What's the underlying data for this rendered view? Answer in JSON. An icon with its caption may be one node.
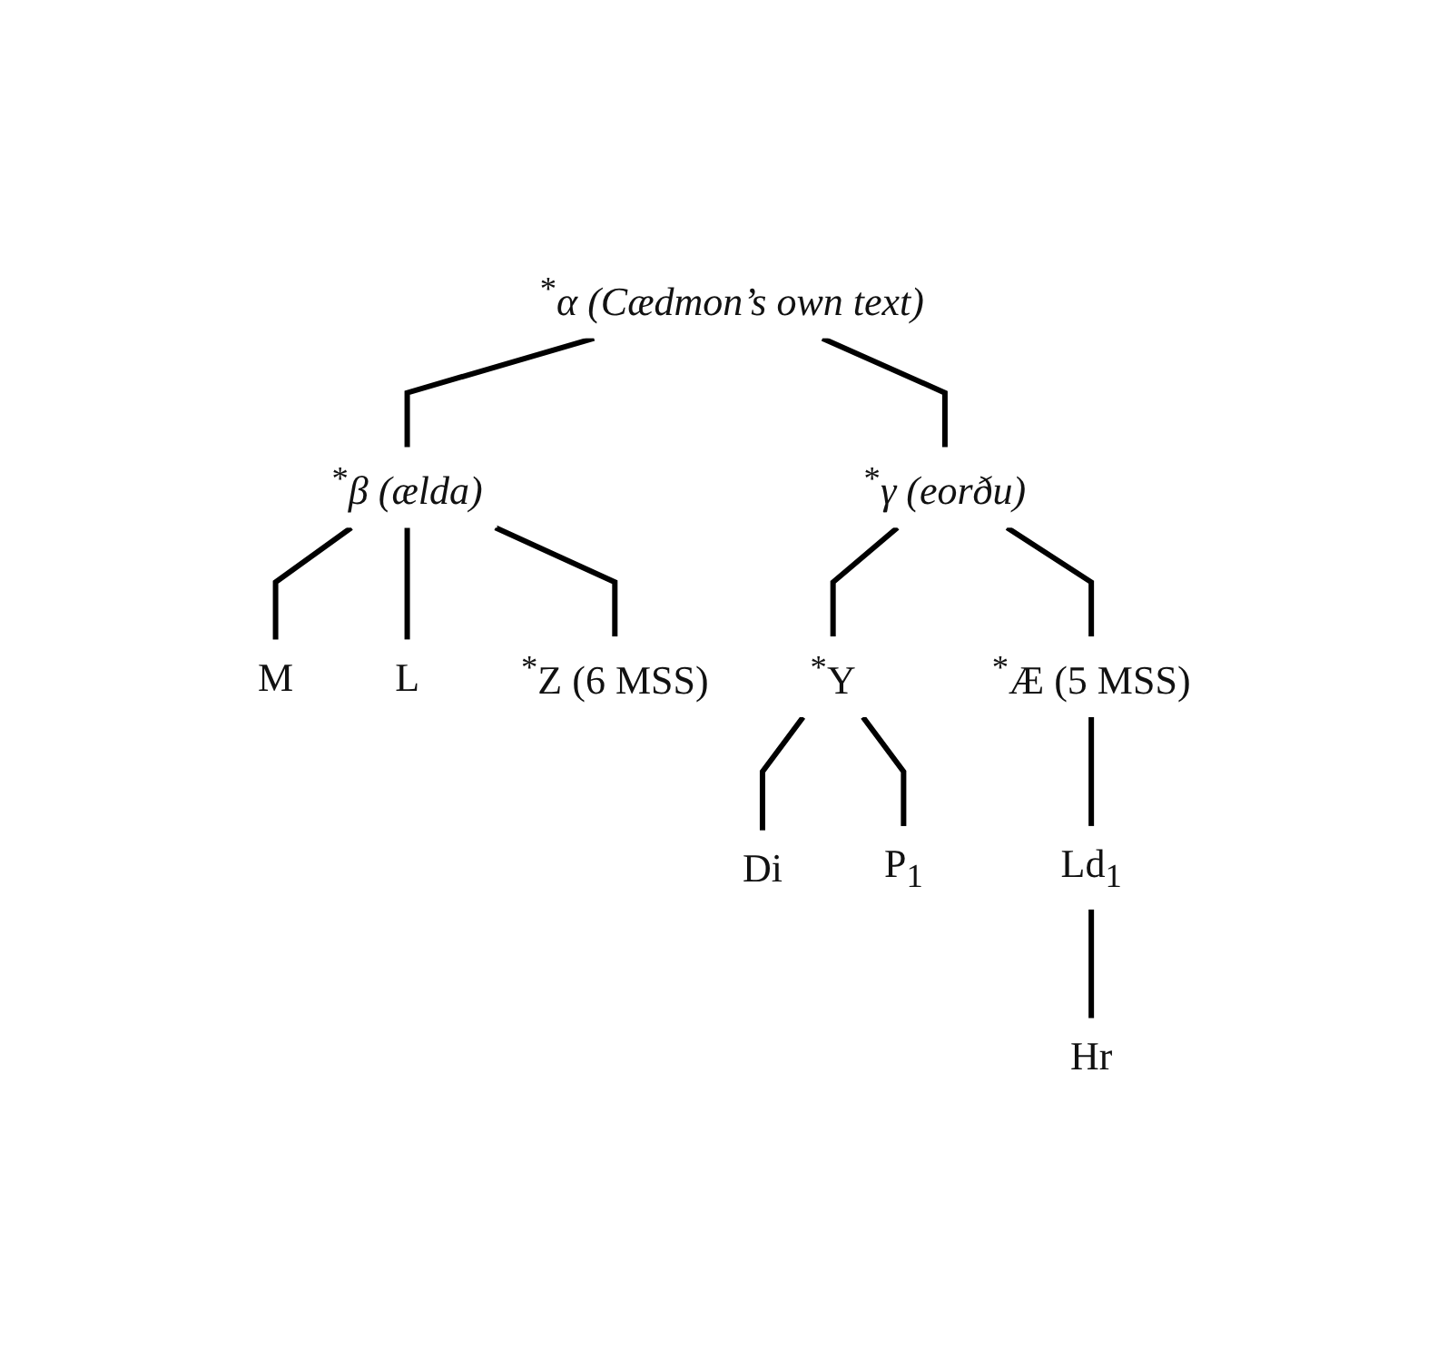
{
  "diagram": {
    "nodes": [
      {
        "text": [
          "$^{*}$*α (Cædmon’s own text)*"
        ]
      },
      {
        "text": [
          "$^{*}$*β (ælda)*"
        ]
      },
      {
        "text": [
          "$^{*}$*γ (eorðu)*"
        ]
      },
      {
        "text": [
          "M"
        ]
      },
      {
        "text": [
          "L"
        ]
      },
      {
        "text": [
          "$^{*}$Y"
        ]
      },
      {
        "text": [
          "Di"
        ]
      },
      {
        "text": [
          "$^{*}$Z (6 MSS)"
        ]
      },
      {
        "text": [
          "P$_{1}$"
        ]
      },
      {
        "text": [
          "$^{*}$Æ (5 MSS)"
        ]
      },
      {
        "text": [
          "Ld$_{1}$"
        ]
      },
      {
        "text": [
          "Hr"
        ]
      }
    ],
    "edges": [
      {
        "from": 0,
        "to": 1,
        "arrow": "none"
      },
      {
        "from": 0,
        "to": 2,
        "arrow": "none"
      },
      {
        "from": 1,
        "to": 3,
        "arrow": "none"
      },
      {
        "from": 1,
        "to": 4,
        "arrow": "none"
      },
      {
        "from": 1,
        "to": 7,
        "arrow": "none"
      },
      {
        "from": 2,
        "to": 5,
        "arrow": "none"
      },
      {
        "from": 2,
        "to": 9,
        "arrow": "none"
      },
      {
        "from": 5,
        "to": 6,
        "arrow": "none"
      },
      {
        "from": 5,
        "to": 8,
        "arrow": "none"
      },
      {
        "from": 9,
        "to": 10,
        "arrow": "none"
      },
      {
        "from": 10,
        "to": 11,
        "arrow": "none"
      }
    ]
  }
}
